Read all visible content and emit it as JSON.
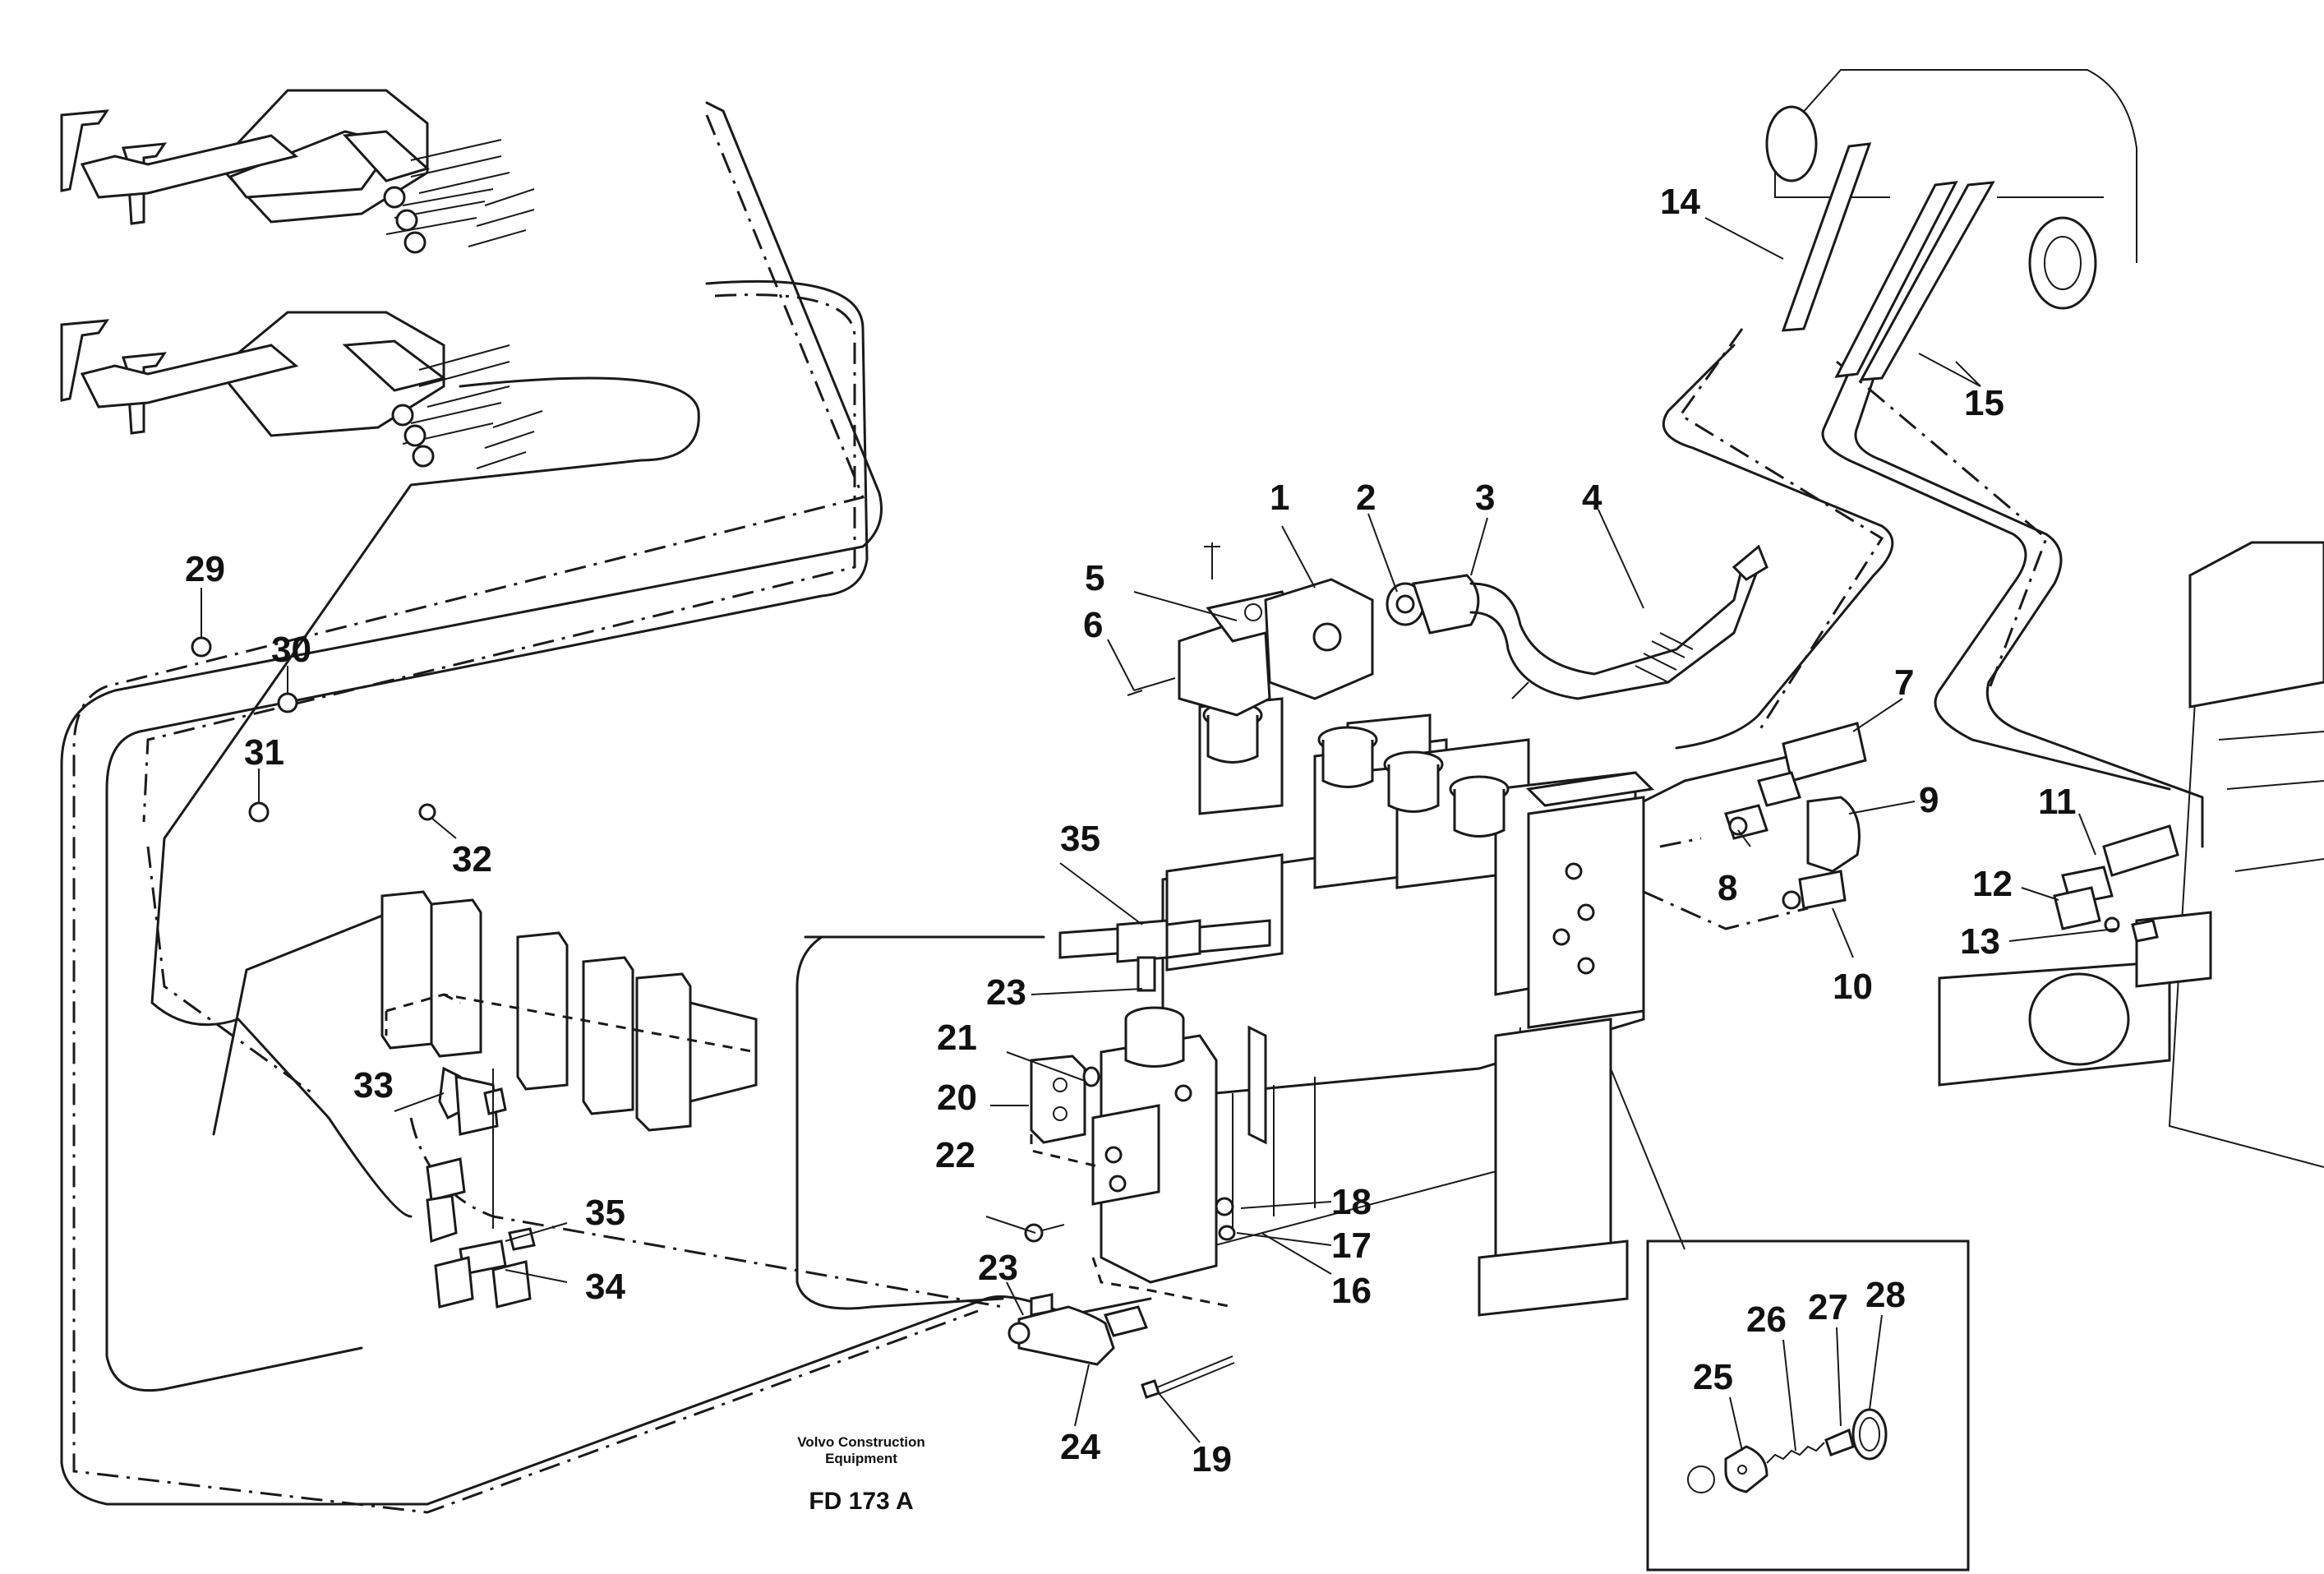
{
  "caption": {
    "line1": "Volvo Construction",
    "line2": "Equipment",
    "figure_code": "FD 173 A"
  },
  "part_numbers": {
    "p1": "1",
    "p2": "2",
    "p3": "3",
    "p4": "4",
    "p5": "5",
    "p6": "6",
    "p7": "7",
    "p8": "8",
    "p9": "9",
    "p10": "10",
    "p11": "11",
    "p12": "12",
    "p13": "13",
    "p14": "14",
    "p15": "15",
    "p16": "16",
    "p17": "17",
    "p18": "18",
    "p19": "19",
    "p20": "20",
    "p21": "21",
    "p22": "22",
    "p23a": "23",
    "p23b": "23",
    "p24": "24",
    "p25": "25",
    "p26": "26",
    "p27": "27",
    "p28": "28",
    "p29": "29",
    "p30": "30",
    "p31": "31",
    "p32": "32",
    "p33": "33",
    "p34": "34",
    "p35a": "35",
    "p35b": "35"
  }
}
